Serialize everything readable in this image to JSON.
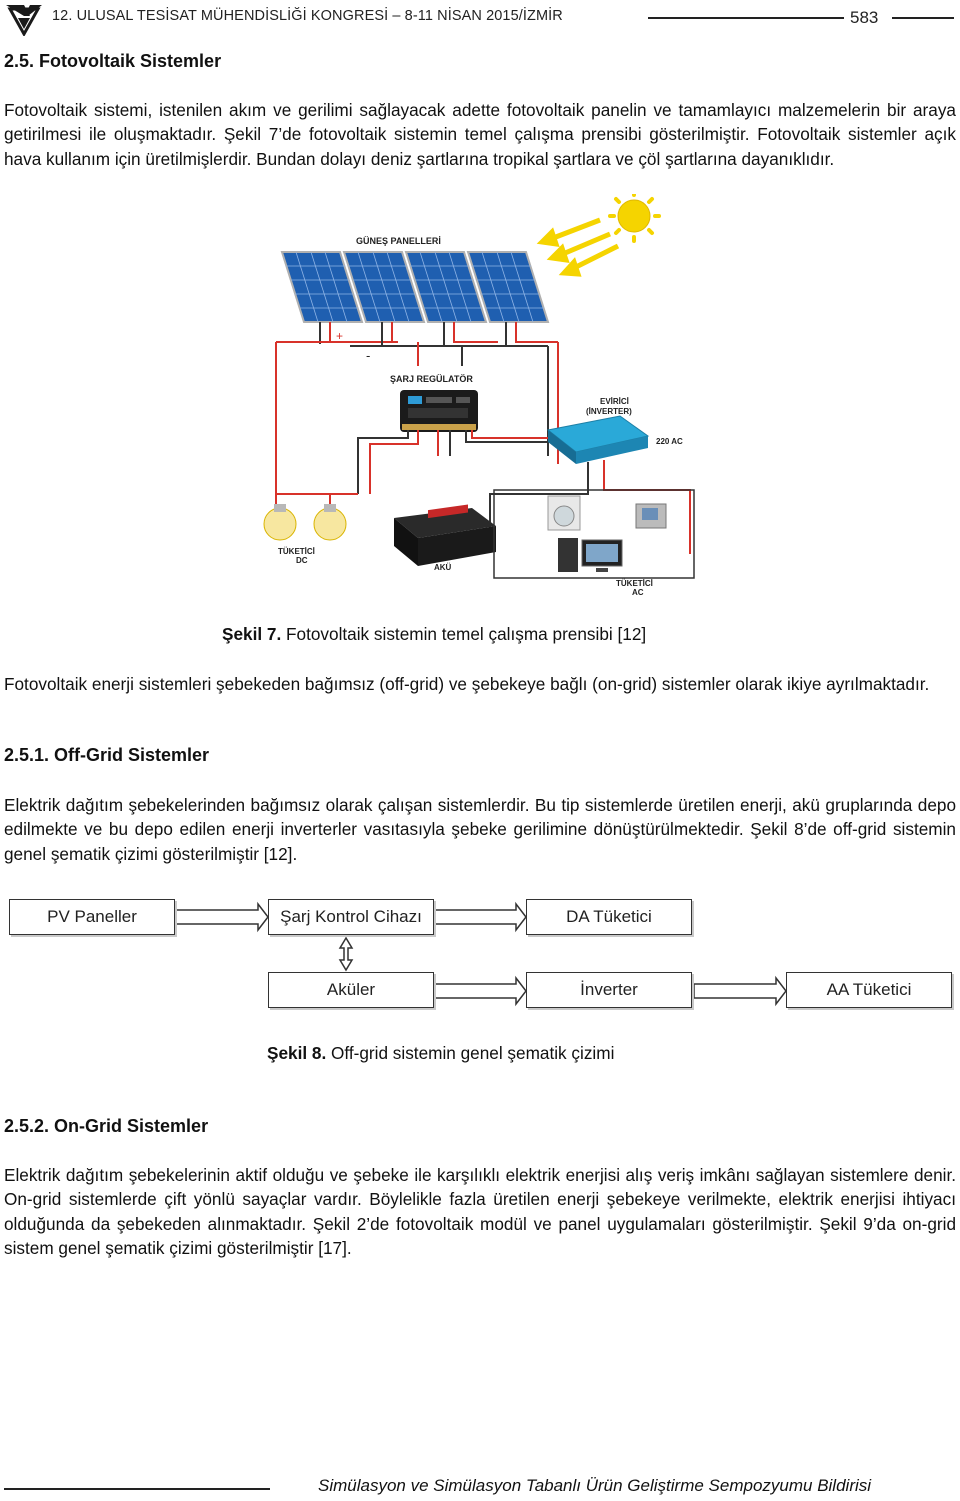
{
  "header": {
    "conference": "12. ULUSAL TESİSAT MÜHENDİSLİĞİ KONGRESİ – 8-11 NİSAN 2015/İZMİR",
    "page_number": "583"
  },
  "section": {
    "heading": "2.5. Fotovoltaik Sistemler",
    "intro": "Fotovoltaik sistemi, istenilen akım ve gerilimi sağlayacak adette fotovoltaik panelin ve tamamlayıcı malzemelerin bir araya getirilmesi ile oluşmaktadır. Şekil 7’de fotovoltaik sistemin temel çalışma prensibi gösterilmiştir. Fotovoltaik sistemler açık hava kullanım için üretilmişlerdir. Bundan dolayı deniz şartlarına tropikal şartlara ve çöl şartlarına dayanıklıdır."
  },
  "figure7": {
    "labels": {
      "panels": "GÜNEŞ PANELLERİ",
      "regulator": "ŞARJ REGÜLATÖR",
      "inverter_line1": "EVİRİCİ",
      "inverter_line2": "(İNVERTER)",
      "ac_voltage": "220 AC",
      "dc_consumer_line1": "TÜKETİCİ",
      "dc_consumer_line2": "DC",
      "battery": "AKÜ",
      "ac_consumer_line1": "TÜKETİCİ",
      "ac_consumer_line2": "AC",
      "plus": "+",
      "minus": "-"
    },
    "caption_label": "Şekil 7.",
    "caption_text": " Fotovoltaik sistemin temel çalışma prensibi [12]"
  },
  "para_types": "Fotovoltaik enerji sistemleri şebekeden bağımsız (off-grid) ve şebekeye bağlı (on-grid) sistemler olarak ikiye ayrılmaktadır.",
  "offgrid": {
    "heading": "2.5.1. Off-Grid Sistemler",
    "text": "Elektrik dağıtım şebekelerinden bağımsız olarak çalışan sistemlerdir. Bu tip sistemlerde üretilen enerji, akü gruplarında depo edilmekte ve bu depo edilen enerji inverterler vasıtasıyla şebeke gerilimine dönüştürülmektedir. Şekil 8’de off-grid sistemin genel şematik çizimi gösterilmiştir [12]."
  },
  "figure8": {
    "boxes": {
      "pv": "PV Paneller",
      "charge": "Şarj Kontrol Cihazı",
      "dc": "DA Tüketici",
      "battery": "Aküler",
      "inverter": "İnverter",
      "ac": "AA Tüketici"
    },
    "caption_label": "Şekil 8.",
    "caption_text": " Off-grid sistemin genel şematik çizimi"
  },
  "ongrid": {
    "heading": "2.5.2. On-Grid Sistemler",
    "text": "Elektrik dağıtım şebekelerinin aktif olduğu ve şebeke ile karşılıklı elektrik enerjisi alış veriş imkânı sağlayan sistemlere denir. On-grid sistemlerde çift yönlü sayaçlar vardır. Böylelikle fazla üretilen enerji şebekeye verilmekte, elektrik enerjisi ihtiyacı olduğunda da şebekeden alınmaktadır. Şekil 2’de fotovoltaik modül ve panel uygulamaları gösterilmiştir. Şekil 9’da on-grid sistem genel şematik çizimi gösterilmiştir [17]."
  },
  "footer": {
    "text": "Simülasyon ve Simülasyon Tabanlı Ürün Geliştirme Sempozyumu Bildirisi"
  },
  "colors": {
    "panel_blue": "#1f5fb0",
    "wire_red": "#d8322a",
    "sun_yellow": "#f5d400",
    "inverter_cyan": "#2aa9d8"
  }
}
